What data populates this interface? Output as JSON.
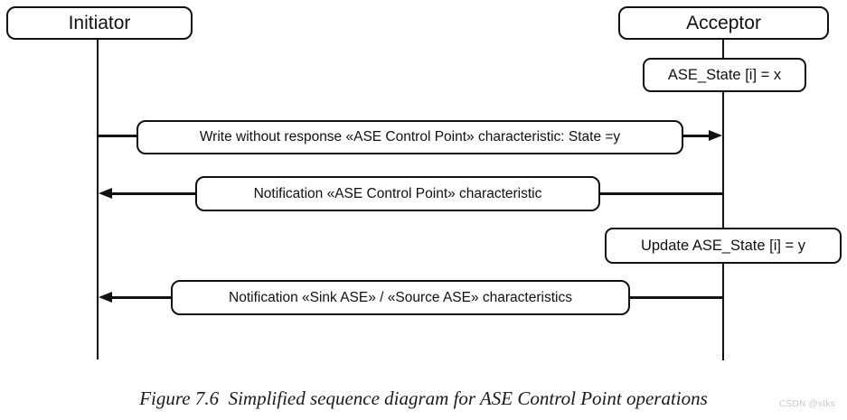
{
  "diagram": {
    "type": "sequence-diagram",
    "actors": [
      {
        "label": "Initiator"
      },
      {
        "label": "Acceptor"
      }
    ],
    "state_notes": [
      {
        "label": "ASE_State [i] = x",
        "attached_to": "Acceptor"
      },
      {
        "label": "Update ASE_State [i] = y",
        "attached_to": "Acceptor"
      }
    ],
    "messages": [
      {
        "label": "Write without response «ASE Control Point» characteristic: State =y",
        "from": "Initiator",
        "to": "Acceptor",
        "direction": "right"
      },
      {
        "label": "Notification «ASE Control Point» characteristic",
        "from": "Acceptor",
        "to": "Initiator",
        "direction": "left"
      },
      {
        "label": "Notification «Sink ASE» / «Source ASE» characteristics",
        "from": "Acceptor",
        "to": "Initiator",
        "direction": "left"
      }
    ],
    "caption": "Figure 7.6  Simplified sequence diagram for ASE Control Point operations",
    "watermark": "CSDN @stks",
    "colors": {
      "stroke": "#111111",
      "background": "#ffffff",
      "watermark": "#c9c9cf"
    }
  }
}
